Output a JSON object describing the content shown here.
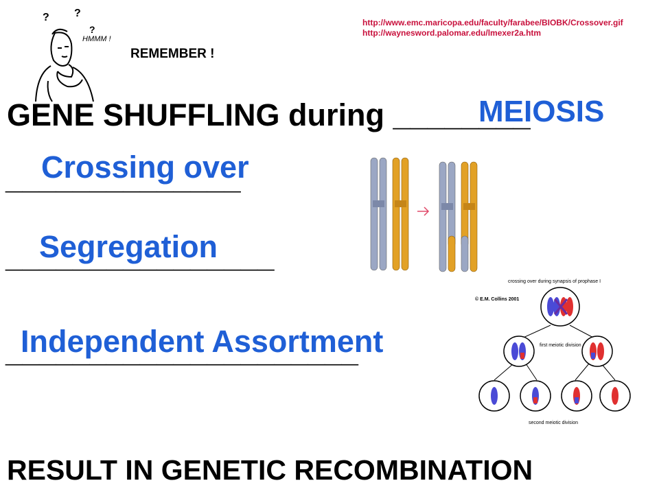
{
  "links": [
    "http://www.emc.maricopa.edu/faculty/farabee/BIOBK/Crossover.gif",
    "http://waynesword.palomar.edu/lmexer2a.htm"
  ],
  "remember_label": "REMEMBER !",
  "cartoon_caption": "HMMM !",
  "heading": "GENE SHUFFLING during ________",
  "heading_answer": "MEIOSIS",
  "blanks": {
    "blank1": "______________",
    "blank2": "________________",
    "blank3": "_____________________"
  },
  "answers": {
    "crossing_over": "Crossing over",
    "segregation": "Segregation",
    "independent_assortment": "Independent Assortment"
  },
  "result": "RESULT IN GENETIC  RECOMBINATION",
  "diagram": {
    "title": "crossing over during synapsis of prophase I",
    "copyright": "© E.M. Collins 2001",
    "first_division": "first meiotic division",
    "second_division": "second meiotic division"
  },
  "colors": {
    "answer_blue": "#1f5fd6",
    "chromosome_grey": "#9ba7c4",
    "chromosome_orange": "#e2a126",
    "link_red": "#c8103c",
    "cell_red": "#e03030",
    "cell_blue": "#4a4ad6"
  }
}
